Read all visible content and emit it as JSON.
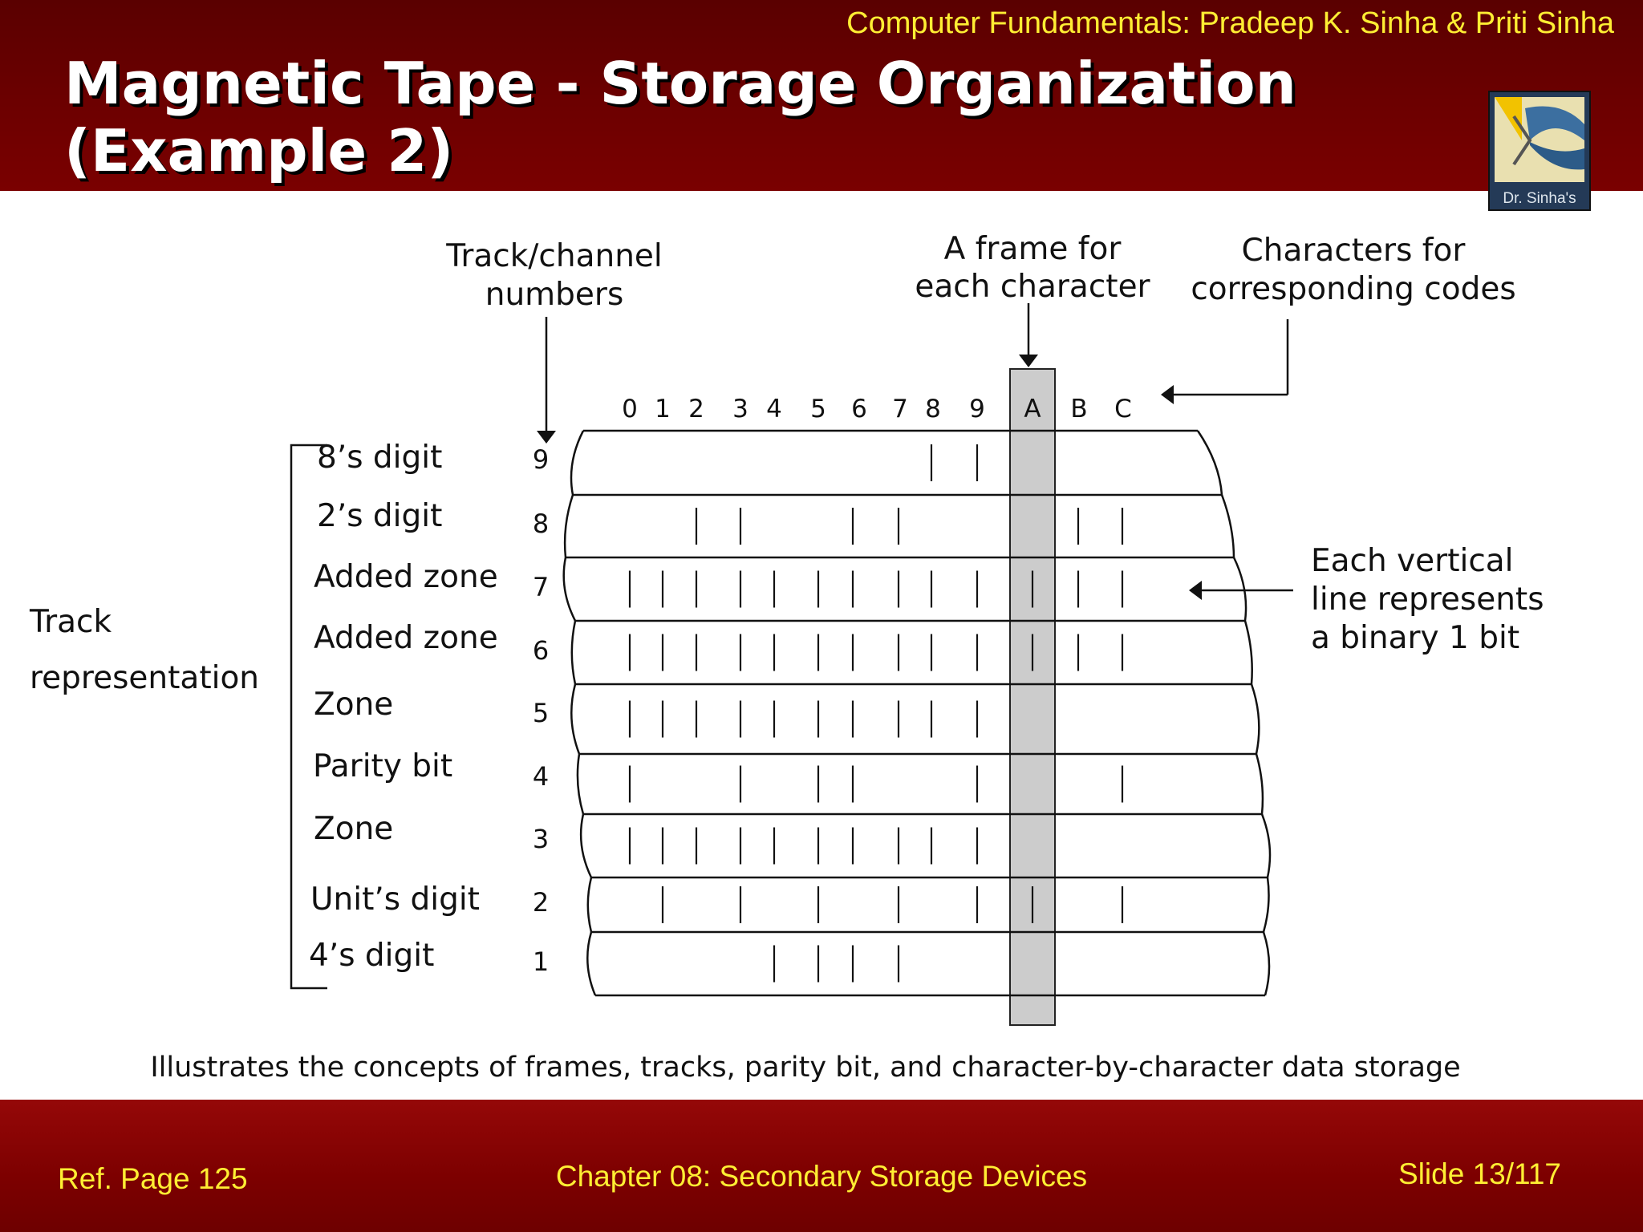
{
  "header": {
    "credit": "Computer Fundamentals: Pradeep K. Sinha & Priti Sinha",
    "title_line1": "Magnetic Tape - Storage Organization",
    "title_line2": "(Example 2)",
    "logo_text": "Dr. Sinha's"
  },
  "diagram": {
    "callout_track_numbers": [
      "Track/channel",
      "numbers"
    ],
    "callout_frame": [
      "A frame for",
      "each character"
    ],
    "callout_characters": [
      "Characters for",
      "corresponding codes"
    ],
    "callout_bit": [
      "Each vertical",
      "line represents",
      "a binary 1 bit"
    ],
    "track_representation": [
      "Track",
      "representation"
    ],
    "characters": [
      "0",
      "1",
      "2",
      "3",
      "4",
      "5",
      "6",
      "7",
      "8",
      "9",
      "A",
      "B",
      "C"
    ],
    "highlighted_character": "A",
    "tracks": [
      {
        "number": "9",
        "label": "8’s digit",
        "bits": [
          "8",
          "9"
        ]
      },
      {
        "number": "8",
        "label": "2’s digit",
        "bits": [
          "2",
          "3",
          "6",
          "7",
          "B",
          "C"
        ]
      },
      {
        "number": "7",
        "label": "Added zone",
        "bits": [
          "0",
          "1",
          "2",
          "3",
          "4",
          "5",
          "6",
          "7",
          "8",
          "9",
          "A",
          "B",
          "C"
        ]
      },
      {
        "number": "6",
        "label": "Added zone",
        "bits": [
          "0",
          "1",
          "2",
          "3",
          "4",
          "5",
          "6",
          "7",
          "8",
          "9",
          "A",
          "B",
          "C"
        ]
      },
      {
        "number": "5",
        "label": "Zone",
        "bits": [
          "0",
          "1",
          "2",
          "3",
          "4",
          "5",
          "6",
          "7",
          "8",
          "9"
        ]
      },
      {
        "number": "4",
        "label": "Parity bit",
        "bits": [
          "0",
          "3",
          "5",
          "6",
          "9",
          "C"
        ]
      },
      {
        "number": "3",
        "label": "Zone",
        "bits": [
          "0",
          "1",
          "2",
          "3",
          "4",
          "5",
          "6",
          "7",
          "8",
          "9"
        ]
      },
      {
        "number": "2",
        "label": "Unit’s digit",
        "bits": [
          "1",
          "3",
          "5",
          "7",
          "9",
          "A",
          "C"
        ]
      },
      {
        "number": "1",
        "label": "4’s digit",
        "bits": [
          "4",
          "5",
          "6",
          "7"
        ]
      }
    ],
    "caption": "Illustrates the concepts of frames, tracks, parity bit, and character-by-character data storage"
  },
  "footer": {
    "ref": "Ref. Page  125",
    "chapter": "Chapter 08: Secondary Storage Devices",
    "slide": "Slide 13/117"
  },
  "colors": {
    "header_bg": "#6e0000",
    "footer_bg": "#8a0000",
    "accent_text": "#ffee33",
    "frame_highlight": "#cccccc"
  }
}
